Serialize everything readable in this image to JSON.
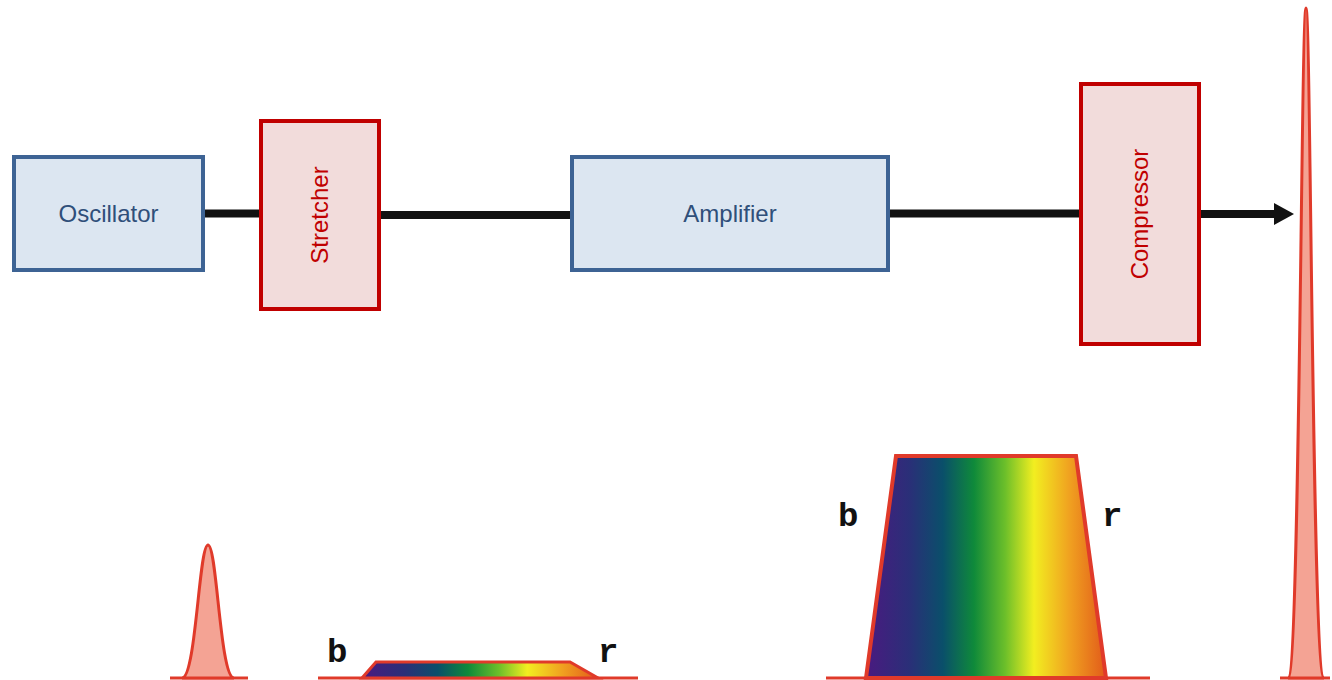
{
  "diagram": {
    "nodes": [
      {
        "text": [
          "Oscillator"
        ]
      },
      {
        "text": [
          "Stretcher"
        ]
      },
      {
        "text": [
          "Amplifier"
        ]
      },
      {
        "text": [
          "Compressor"
        ]
      }
    ],
    "edges": [
      {
        "from": 0,
        "to": 1,
        "arrow": "none"
      },
      {
        "from": 1,
        "to": 2,
        "arrow": "none"
      },
      {
        "from": 2,
        "to": 3,
        "arrow": "none"
      }
    ],
    "labels": [
      "b",
      "r",
      "b",
      "r"
    ]
  }
}
